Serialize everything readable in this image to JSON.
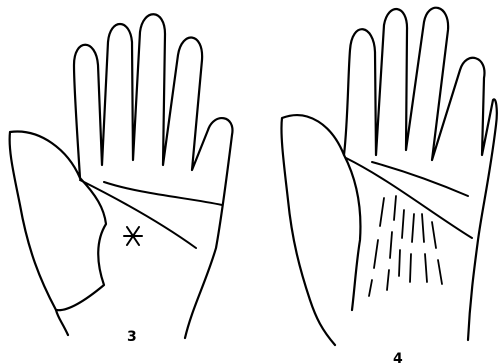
{
  "figures": [
    {
      "label": "3",
      "mark": "star"
    },
    {
      "label": "4",
      "mark": "none"
    }
  ]
}
